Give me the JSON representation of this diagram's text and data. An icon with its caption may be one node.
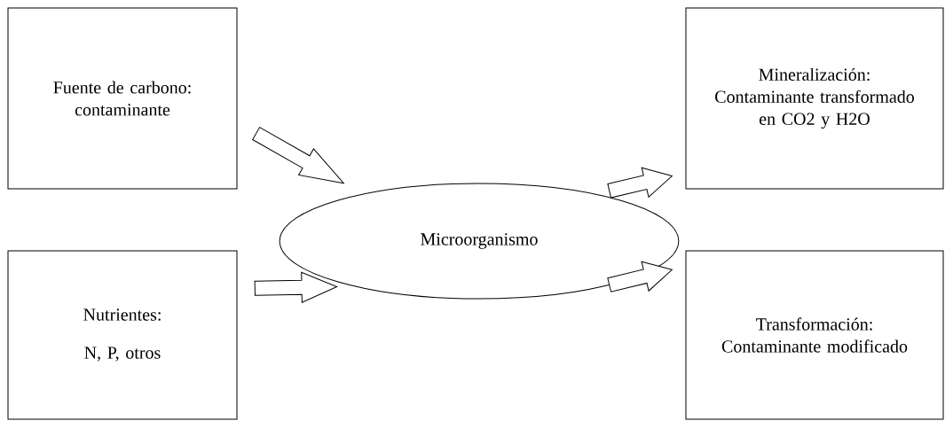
{
  "diagram": {
    "nodes": [
      {
        "text": [
          "Fuente de carbono: contaminante"
        ]
      },
      {
        "text": [
          "Nutrientes:",
          "N, P, otros"
        ]
      },
      {
        "text": [
          "Microorganismo"
        ]
      },
      {
        "text": [
          "Mineralización: Contaminante transformado en CO2 y H2O"
        ]
      },
      {
        "text": [
          "Transformación: Contaminante modificado"
        ]
      }
    ],
    "edges": [
      {
        "from": 0,
        "to": 2,
        "arrow": "to"
      },
      {
        "from": 1,
        "to": 2,
        "arrow": "to"
      },
      {
        "from": 2,
        "to": 3,
        "arrow": "to"
      },
      {
        "from": 2,
        "to": 4,
        "arrow": "to"
      }
    ]
  }
}
